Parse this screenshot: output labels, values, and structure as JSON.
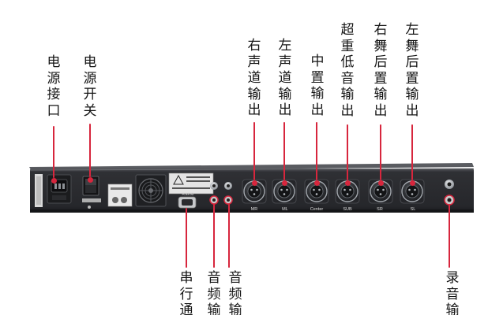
{
  "colors": {
    "leader": "#d7263d",
    "chassis": "#2b2c30",
    "chassis_top": "#4a4b50",
    "connector_ring": "#9aa0a8",
    "xlr_body": "#3a3c40",
    "label_text": "#151515"
  },
  "labels": {
    "power_inlet": "电源接口",
    "power_switch": "电源开关",
    "out_right": "右声道输出",
    "out_left": "左声道输出",
    "out_center": "中置输出",
    "out_sub": "超重低音输出",
    "out_right_surround": "右舞后置输出",
    "out_left_surround": "左舞后置输出",
    "serial": "串行通",
    "audio_1": "音频输",
    "audio_2": "音频输",
    "record": "录音输"
  },
  "panel_text": {
    "serial_port": "RS232",
    "jack_mr": "MR",
    "jack_ml": "ML",
    "jack_center": "Center",
    "jack_sub": "SUB",
    "jack_sr": "SR",
    "jack_sl": "SL"
  },
  "icons": [
    "iec-power-inlet-icon",
    "rocker-switch-icon",
    "cooling-fan-icon",
    "warning-triangle-icon",
    "xlr-connector-icon",
    "rca-jack-icon",
    "db9-serial-port-icon"
  ]
}
